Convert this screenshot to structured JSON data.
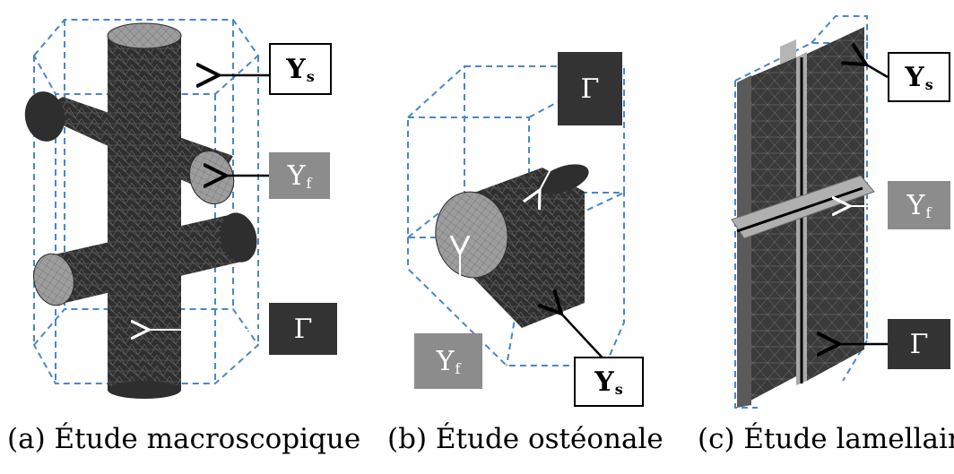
{
  "captions": {
    "a": "(a) Étude macroscopique",
    "b": "(b) Étude ostéonale",
    "c": "(c) Étude lamellaire"
  },
  "labels": {
    "ys_main": "Y",
    "ys_sub": "s",
    "yf_main": "Y",
    "yf_sub": "f",
    "gamma": "Γ"
  },
  "colors": {
    "solid_mesh": "#2e2e2e",
    "fluid_face": "#9a9a9a",
    "box_dashed": "#4a86c8",
    "label_ys_bg": "#ffffff",
    "label_yf_bg": "#8c8c8c",
    "label_gamma_bg": "#333333"
  }
}
